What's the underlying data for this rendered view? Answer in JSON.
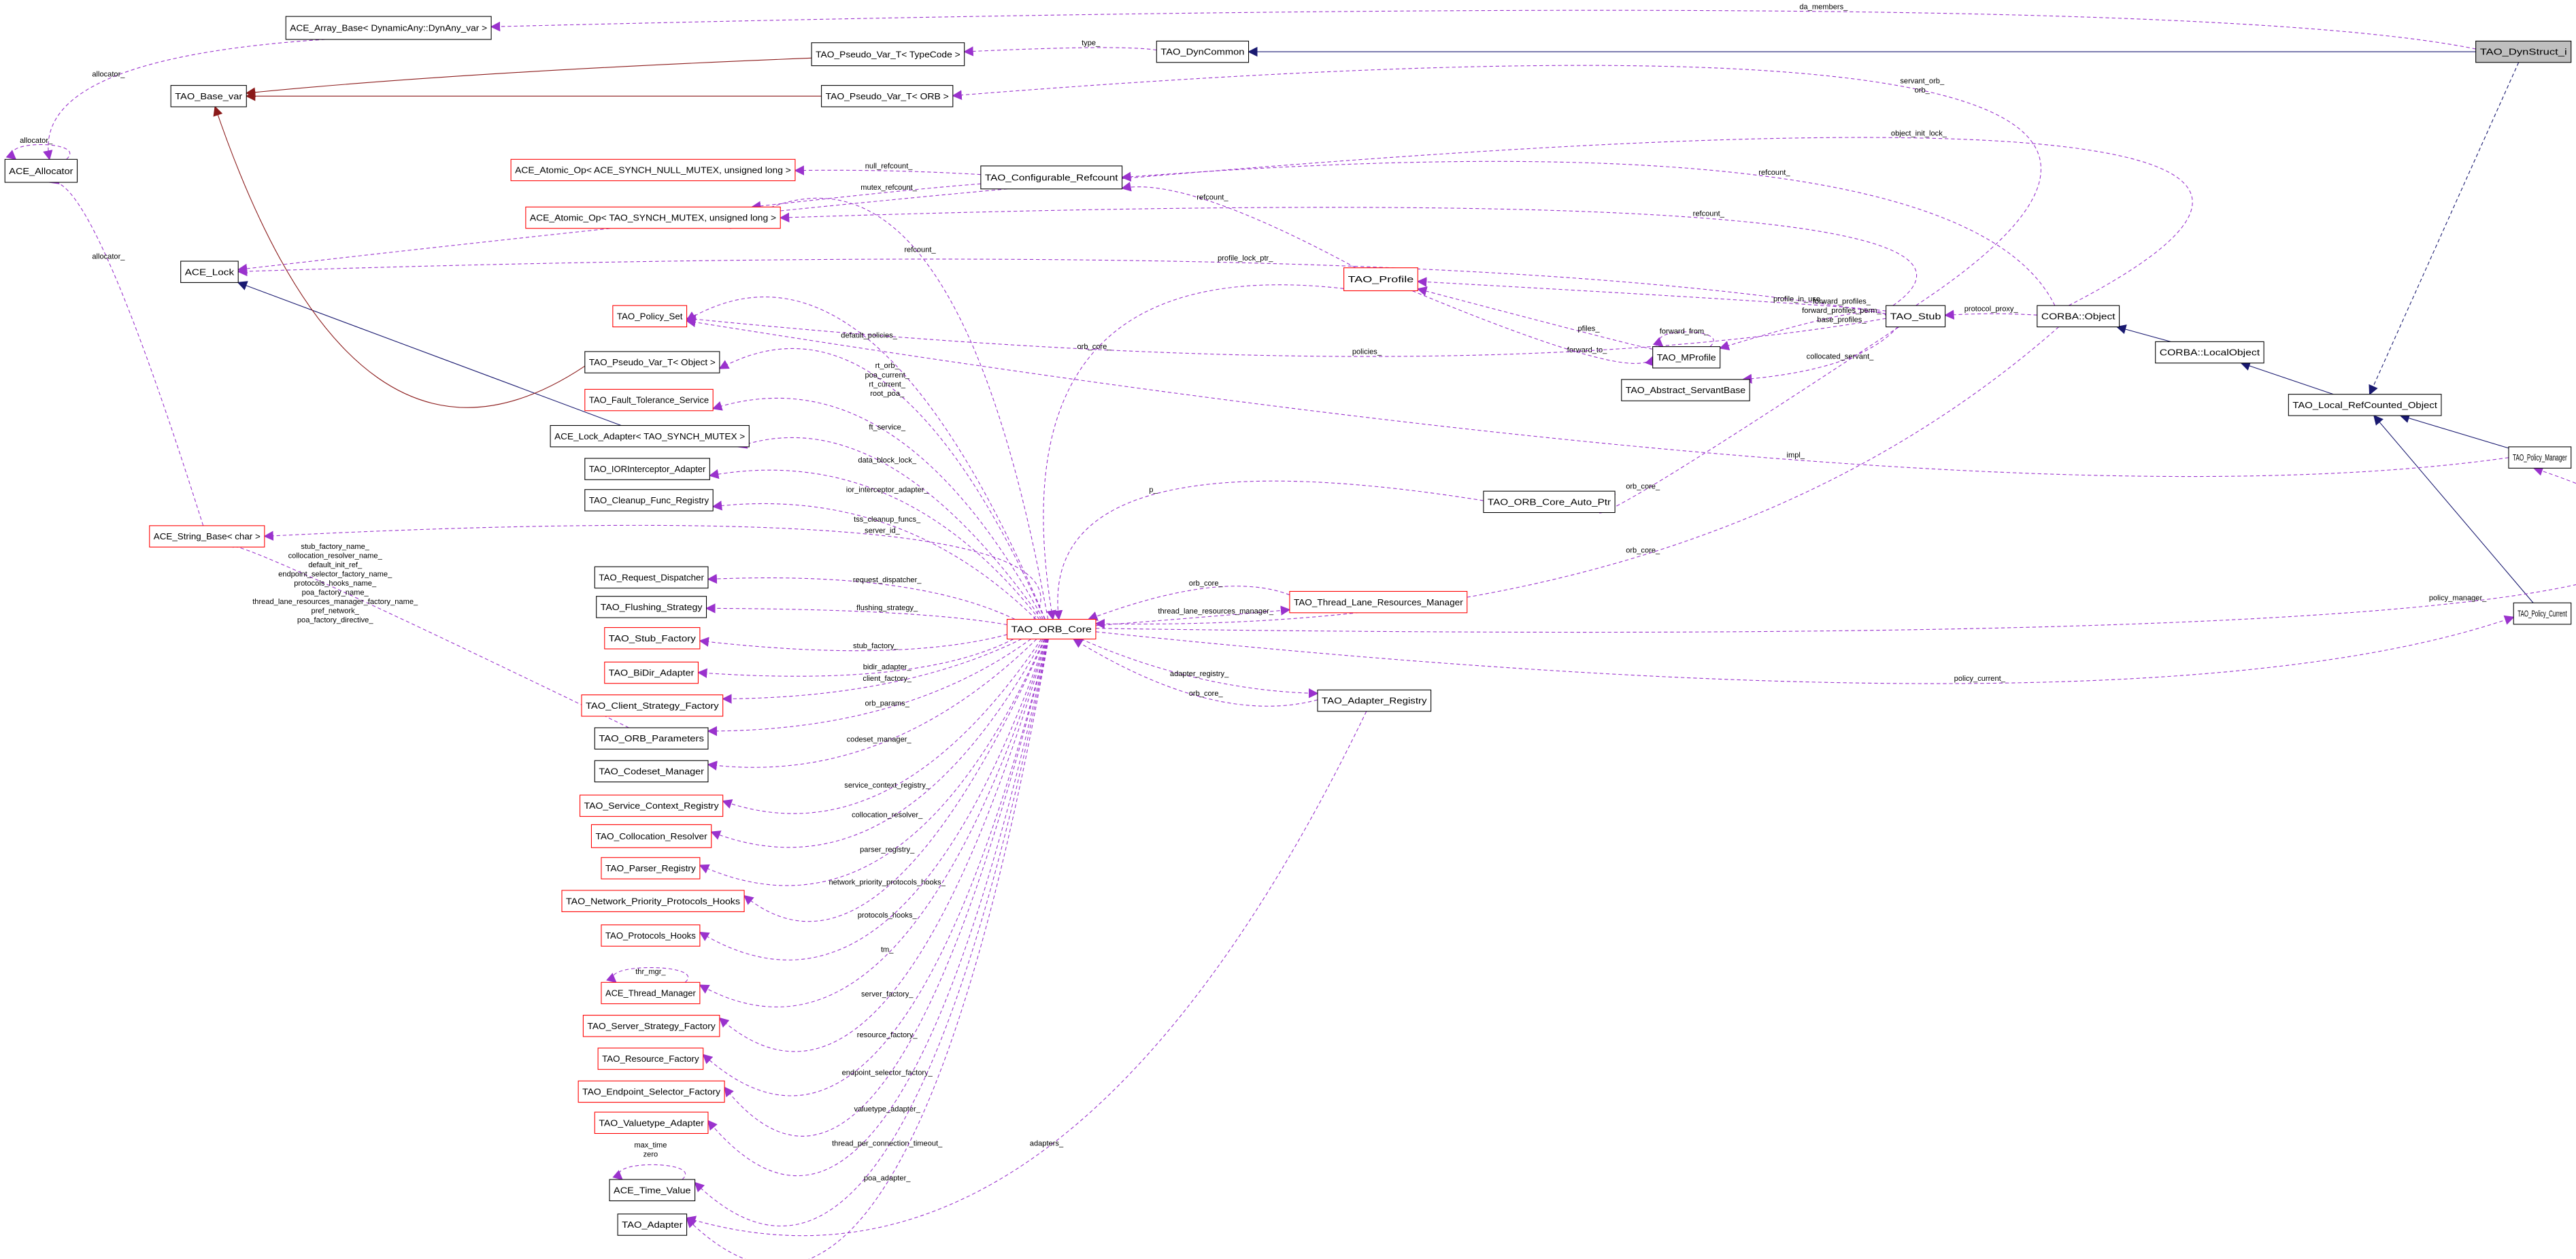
{
  "colors": {
    "usage": "#9a32cd",
    "inherit": "#191970",
    "template": "#8b1a1a",
    "missing_border": "#ff0000",
    "current_fill": "#bfbfbf"
  },
  "nodes": [
    {
      "label": "ACE_Array_Base< DynamicAny::DynAny_var >"
    },
    {
      "label": "TAO_Pseudo_Var_T< TypeCode >"
    },
    {
      "label": "TAO_DynCommon"
    },
    {
      "label": "TAO_DynStruct_i",
      "current": true
    },
    {
      "label": "TAO_Base_var"
    },
    {
      "label": "TAO_Pseudo_Var_T< ORB >"
    },
    {
      "label": "ACE_Allocator"
    },
    {
      "label": "ACE_Atomic_Op< ACE_SYNCH_NULL_MUTEX, unsigned long >",
      "red": true
    },
    {
      "label": "TAO_Configurable_Refcount"
    },
    {
      "label": "ACE_Atomic_Op< TAO_SYNCH_MUTEX, unsigned long >",
      "red": true
    },
    {
      "label": "ACE_Lock"
    },
    {
      "label": "TAO_Profile",
      "red": true
    },
    {
      "label": "TAO_Policy_Set",
      "red": true
    },
    {
      "label": "TAO_Stub"
    },
    {
      "label": "CORBA::Object"
    },
    {
      "label": "TAO_MProfile"
    },
    {
      "label": "TAO_Pseudo_Var_T< Object >"
    },
    {
      "label": "CORBA::LocalObject"
    },
    {
      "label": "TAO_Abstract_ServantBase"
    },
    {
      "label": "TAO_Fault_Tolerance_Service",
      "red": true
    },
    {
      "label": "TAO_Local_RefCounted_Object"
    },
    {
      "label": "ACE_Lock_Adapter< TAO_SYNCH_MUTEX >"
    },
    {
      "label": "TAO_Policy_Manager"
    },
    {
      "label": "TAO_IORInterceptor_Adapter"
    },
    {
      "label": "TAO_Cleanup_Func_Registry"
    },
    {
      "label": "TAO_ORB_Core_Auto_Ptr"
    },
    {
      "label": "ACE_String_Base< char >",
      "red": true
    },
    {
      "label": "TAO_Request_Dispatcher"
    },
    {
      "label": "TAO_Thread_Lane_Resources_Manager",
      "red": true
    },
    {
      "label": "TAO_Flushing_Strategy"
    },
    {
      "label": "TAO_Policy_Current"
    },
    {
      "label": "TAO_ORB_Core",
      "red": true
    },
    {
      "label": "TAO_Stub_Factory",
      "red": true
    },
    {
      "label": "TAO_BiDir_Adapter",
      "red": true
    },
    {
      "label": "TAO_Adapter_Registry"
    },
    {
      "label": "TAO_Client_Strategy_Factory",
      "red": true
    },
    {
      "label": "TAO_ORB_Parameters"
    },
    {
      "label": "TAO_Codeset_Manager"
    },
    {
      "label": "TAO_Service_Context_Registry",
      "red": true
    },
    {
      "label": "TAO_Collocation_Resolver",
      "red": true
    },
    {
      "label": "TAO_Parser_Registry",
      "red": true
    },
    {
      "label": "TAO_Network_Priority_Protocols_Hooks",
      "red": true
    },
    {
      "label": "TAO_Protocols_Hooks",
      "red": true
    },
    {
      "label": "ACE_Thread_Manager",
      "red": true
    },
    {
      "label": "TAO_Server_Strategy_Factory",
      "red": true
    },
    {
      "label": "TAO_Resource_Factory",
      "red": true
    },
    {
      "label": "TAO_Endpoint_Selector_Factory",
      "red": true
    },
    {
      "label": "TAO_Valuetype_Adapter",
      "red": true
    },
    {
      "label": "ACE_Time_Value"
    },
    {
      "label": "TAO_Adapter"
    }
  ],
  "edges": [
    {
      "from": 3,
      "to": 2,
      "kind": "inherit",
      "label": []
    },
    {
      "from": 3,
      "to": 20,
      "kind": "inherit-dashed",
      "label": []
    },
    {
      "from": 20,
      "to": 17,
      "kind": "inherit",
      "label": []
    },
    {
      "from": 17,
      "to": 14,
      "kind": "inherit",
      "label": []
    },
    {
      "from": 22,
      "to": 20,
      "kind": "inherit",
      "label": []
    },
    {
      "from": 30,
      "to": 20,
      "kind": "inherit",
      "label": []
    },
    {
      "from": 21,
      "to": 10,
      "kind": "inherit",
      "label": []
    },
    {
      "from": 1,
      "to": 4,
      "kind": "template",
      "label": []
    },
    {
      "from": 5,
      "to": 4,
      "kind": "template",
      "label": []
    },
    {
      "from": 16,
      "to": 4,
      "kind": "template",
      "label": []
    },
    {
      "from": 3,
      "to": 0,
      "kind": "usage",
      "label": [
        "da_members_"
      ]
    },
    {
      "from": 2,
      "to": 1,
      "kind": "usage",
      "label": [
        "type_"
      ]
    },
    {
      "from": 13,
      "to": 5,
      "kind": "usage",
      "label": [
        "servant_orb_",
        "orb_"
      ]
    },
    {
      "from": 14,
      "to": 10,
      "kind": "usage",
      "label": [
        "object_init_lock_"
      ]
    },
    {
      "from": 8,
      "to": 7,
      "kind": "usage",
      "label": [
        "null_refcount_"
      ]
    },
    {
      "from": 8,
      "to": 9,
      "kind": "usage",
      "label": [
        "mutex_refcount_"
      ]
    },
    {
      "from": 14,
      "to": 8,
      "kind": "usage",
      "label": [
        "refcount_"
      ]
    },
    {
      "from": 11,
      "to": 8,
      "kind": "usage",
      "label": [
        "refcount_"
      ]
    },
    {
      "from": 13,
      "to": 9,
      "kind": "usage",
      "label": [
        "refcount_"
      ]
    },
    {
      "from": 31,
      "to": 9,
      "kind": "usage",
      "label": [
        "refcount_"
      ]
    },
    {
      "from": 13,
      "to": 10,
      "kind": "usage",
      "label": [
        "profile_lock_ptr_"
      ]
    },
    {
      "from": 6,
      "to": 6,
      "kind": "usage",
      "label": [
        "allocator_"
      ]
    },
    {
      "from": 0,
      "to": 6,
      "kind": "usage",
      "label": [
        "allocator_"
      ]
    },
    {
      "from": 26,
      "to": 6,
      "kind": "usage",
      "label": [
        "allocator_"
      ]
    },
    {
      "from": 13,
      "to": 11,
      "kind": "usage",
      "label": [
        "profile_in_use_"
      ]
    },
    {
      "from": 15,
      "to": 11,
      "kind": "usage",
      "label": [
        "pfiles_"
      ]
    },
    {
      "from": 11,
      "to": 15,
      "kind": "usage",
      "label": [
        "forward_to_"
      ]
    },
    {
      "from": 15,
      "to": 15,
      "kind": "usage",
      "label": [
        "forward_from_"
      ]
    },
    {
      "from": 13,
      "to": 15,
      "kind": "usage",
      "label": [
        "forward_profiles_",
        "forward_profiles_perm_",
        "base_profiles_"
      ]
    },
    {
      "from": 13,
      "to": 18,
      "kind": "usage",
      "label": [
        "collocated_servant_"
      ]
    },
    {
      "from": 14,
      "to": 13,
      "kind": "usage",
      "label": [
        "protocol_proxy_"
      ]
    },
    {
      "from": 13,
      "to": 12,
      "kind": "usage",
      "label": [
        "policies_"
      ]
    },
    {
      "from": 31,
      "to": 12,
      "kind": "usage",
      "label": [
        "default_policies_"
      ]
    },
    {
      "from": 22,
      "to": 12,
      "kind": "usage",
      "label": [
        "impl_"
      ]
    },
    {
      "from": 31,
      "to": 16,
      "kind": "usage",
      "label": [
        "rt_orb_",
        "poa_current_",
        "rt_current_",
        "root_poa_"
      ]
    },
    {
      "from": 31,
      "to": 19,
      "kind": "usage",
      "label": [
        "ft_service_"
      ]
    },
    {
      "from": 31,
      "to": 21,
      "kind": "usage",
      "label": [
        "data_block_lock_"
      ]
    },
    {
      "from": 31,
      "to": 23,
      "kind": "usage",
      "label": [
        "ior_interceptor_adapter_"
      ]
    },
    {
      "from": 31,
      "to": 24,
      "kind": "usage",
      "label": [
        "tss_cleanup_funcs_"
      ]
    },
    {
      "from": 31,
      "to": 26,
      "kind": "usage",
      "label": [
        "server_id_"
      ]
    },
    {
      "from": 36,
      "to": 26,
      "kind": "usage",
      "label": [
        "stub_factory_name_",
        "collocation_resolver_name_",
        "default_init_ref_",
        "endpoint_selector_factory_name_",
        "protocols_hooks_name_",
        "poa_factory_name_",
        "thread_lane_resources_manager_factory_name_",
        "pref_network_",
        "poa_factory_directive_"
      ]
    },
    {
      "from": 31,
      "to": 27,
      "kind": "usage",
      "label": [
        "request_dispatcher_"
      ]
    },
    {
      "from": 31,
      "to": 29,
      "kind": "usage",
      "label": [
        "flushing_strategy_"
      ]
    },
    {
      "from": 31,
      "to": 32,
      "kind": "usage",
      "label": [
        "stub_factory_"
      ]
    },
    {
      "from": 31,
      "to": 33,
      "kind": "usage",
      "label": [
        "bidir_adapter_"
      ]
    },
    {
      "from": 31,
      "to": 35,
      "kind": "usage",
      "label": [
        "client_factory_"
      ]
    },
    {
      "from": 31,
      "to": 36,
      "kind": "usage",
      "label": [
        "orb_params_"
      ]
    },
    {
      "from": 31,
      "to": 37,
      "kind": "usage",
      "label": [
        "codeset_manager_"
      ]
    },
    {
      "from": 31,
      "to": 38,
      "kind": "usage",
      "label": [
        "service_context_registry_"
      ]
    },
    {
      "from": 31,
      "to": 39,
      "kind": "usage",
      "label": [
        "collocation_resolver_"
      ]
    },
    {
      "from": 31,
      "to": 40,
      "kind": "usage",
      "label": [
        "parser_registry_"
      ]
    },
    {
      "from": 31,
      "to": 41,
      "kind": "usage",
      "label": [
        "network_priority_protocols_hooks_"
      ]
    },
    {
      "from": 31,
      "to": 42,
      "kind": "usage",
      "label": [
        "protocols_hooks_"
      ]
    },
    {
      "from": 31,
      "to": 43,
      "kind": "usage",
      "label": [
        "tm_"
      ]
    },
    {
      "from": 43,
      "to": 43,
      "kind": "usage",
      "label": [
        "thr_mgr_"
      ]
    },
    {
      "from": 31,
      "to": 44,
      "kind": "usage",
      "label": [
        "server_factory_"
      ]
    },
    {
      "from": 31,
      "to": 45,
      "kind": "usage",
      "label": [
        "resource_factory_"
      ]
    },
    {
      "from": 31,
      "to": 46,
      "kind": "usage",
      "label": [
        "endpoint_selector_factory_"
      ]
    },
    {
      "from": 31,
      "to": 47,
      "kind": "usage",
      "label": [
        "valuetype_adapter_"
      ]
    },
    {
      "from": 31,
      "to": 48,
      "kind": "usage",
      "label": [
        "thread_per_connection_timeout_"
      ]
    },
    {
      "from": 48,
      "to": 48,
      "kind": "usage",
      "label": [
        "max_time",
        "zero"
      ]
    },
    {
      "from": 31,
      "to": 49,
      "kind": "usage",
      "label": [
        "poa_adapter_"
      ]
    },
    {
      "from": 34,
      "to": 49,
      "kind": "usage",
      "label": [
        "adapters_"
      ]
    },
    {
      "from": 11,
      "to": 31,
      "kind": "usage",
      "label": [
        "orb_core_"
      ]
    },
    {
      "from": 25,
      "to": 31,
      "kind": "usage",
      "label": [
        "p_"
      ]
    },
    {
      "from": 13,
      "to": 25,
      "kind": "usage",
      "label": [
        "orb_core_"
      ]
    },
    {
      "from": 14,
      "to": 31,
      "kind": "usage",
      "label": [
        "orb_core_"
      ]
    },
    {
      "from": 28,
      "to": 31,
      "kind": "usage",
      "label": [
        "orb_core_"
      ]
    },
    {
      "from": 31,
      "to": 28,
      "kind": "usage",
      "label": [
        "thread_lane_resources_manager_"
      ]
    },
    {
      "from": 31,
      "to": 34,
      "kind": "usage",
      "label": [
        "adapter_registry_"
      ]
    },
    {
      "from": 34,
      "to": 31,
      "kind": "usage",
      "label": [
        "orb_core_"
      ]
    },
    {
      "from": 31,
      "to": 22,
      "kind": "usage",
      "label": [
        "policy_manager_"
      ]
    },
    {
      "from": 31,
      "to": 30,
      "kind": "usage",
      "label": [
        "policy_current_"
      ]
    }
  ]
}
